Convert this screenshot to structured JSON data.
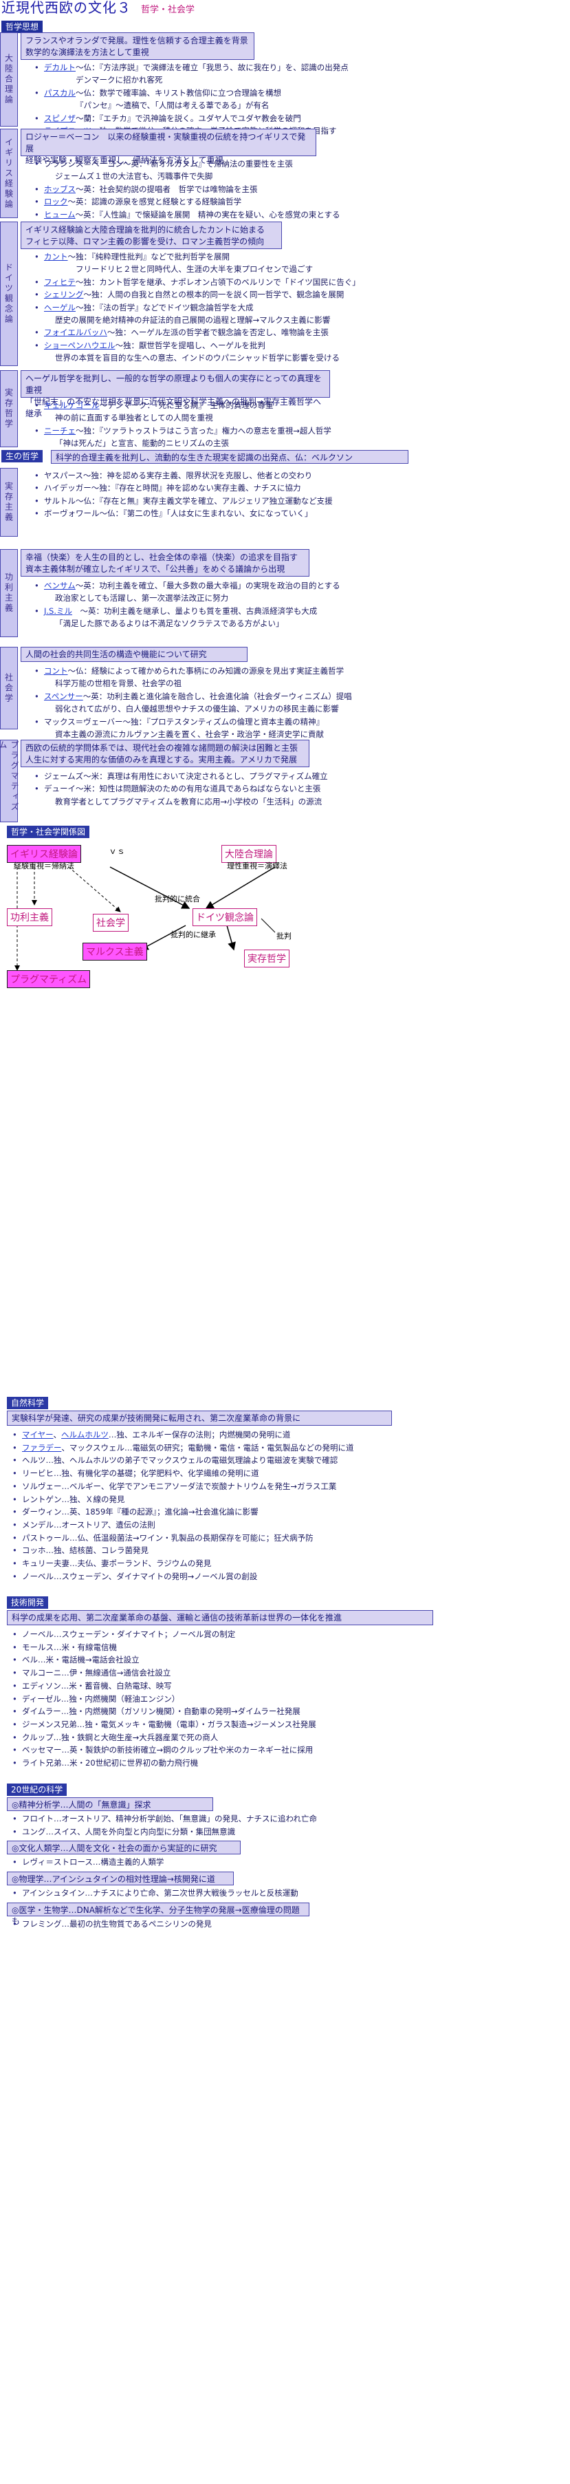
{
  "header": {
    "title": "近現代西欧の文化３",
    "subtitle": "哲学・社会学"
  },
  "philosophy": {
    "label": "哲学思想",
    "groups": [
      {
        "side": "大陸合理論",
        "summary": [
          "フランスやオランダで発展。理性を信頼する合理主義を背景",
          "数学的な演繹法を方法として重視"
        ],
        "items": [
          {
            "name": "デカルト",
            "text": "～仏：『方法序説』で演繹法を確立「我思う、故に我在り」を、認識の出発点"
          },
          {
            "name": "",
            "text": "デンマークに招かれ客死",
            "cont": true
          },
          {
            "name": "パスカル",
            "text": "～仏：数学で確率論、キリスト教信仰に立つ合理論を構想"
          },
          {
            "name": "",
            "text": "『パンセ』～遺稿で、「人間は考える葦である」が有名",
            "cont": true
          },
          {
            "name": "スピノザ",
            "text": "～蘭：『エチカ』で汎神論を説く。ユダヤ人でユダヤ教会を破門"
          },
          {
            "name": "ライプニッツ",
            "text": "～独：数学で微分・積分の確立、単子論で宗教と科学の調和を目指す"
          }
        ]
      },
      {
        "side": "イギリス経験論",
        "summary": [
          "ロジャー＝ベーコン　以来の経験重視・実験重視の伝統を持つイギリスで発展",
          "経験や実験・観察を重視し、帰納法を方法として重視"
        ],
        "items": [
          {
            "name": "",
            "text": "フランシス＝ベーコン～英：『新オルガヌム』で帰納法の重要性を主張"
          },
          {
            "name": "",
            "text": "ジェームズ１世の大法官も、汚職事件で失脚",
            "cont": true
          },
          {
            "name": "ホッブス",
            "text": "～英：社会契約説の提唱者　哲学では唯物論を主張"
          },
          {
            "name": "ロック",
            "text": "～英：認識の源泉を感覚と経験とする経験論哲学"
          },
          {
            "name": "ヒューム",
            "text": "～英：『人性論』で懐疑論を展開　精神の実在を疑い、心を感覚の束とする"
          }
        ]
      },
      {
        "side": "ドイツ観念論",
        "summary": [
          "イギリス経験論と大陸合理論を批判的に統合したカントに始まる",
          "フィヒテ以降、ロマン主義の影響を受け、ロマン主義哲学の傾向"
        ],
        "items": [
          {
            "name": "カント",
            "text": "～独：『純粋理性批判』などで批判哲学を展開"
          },
          {
            "name": "",
            "text": "フリードリヒ２世と同時代人、生涯の大半を東プロイセンで過ごす",
            "cont": true
          },
          {
            "name": "フィヒテ",
            "text": "～独：カント哲学を継承、ナポレオン占領下のベルリンで「ドイツ国民に告ぐ」"
          },
          {
            "name": "シェリング",
            "text": "～独：人間の自我と自然との根本的同一を説く同一哲学で、観念論を展開"
          },
          {
            "name": "ヘーゲル",
            "text": "～独：『法の哲学』などでドイツ観念論哲学を大成"
          },
          {
            "name": "",
            "text": "歴史の展開を絶対精神の弁証法的自己展開の過程と理解→マルクス主義に影響",
            "cont": true
          },
          {
            "name": "フォイエルバッハ",
            "text": "～独：ヘーゲル左派の哲学者で観念論を否定し、唯物論を主張"
          },
          {
            "name": "ショーペンハウエル",
            "text": "～独：厭世哲学を提唱し、ヘーゲルを批判"
          },
          {
            "name": "",
            "text": "世界の本質を盲目的な生への意志、インドのウパニシャッド哲学に影響を受ける",
            "cont": true
          }
        ]
      },
      {
        "side": "実存哲学",
        "summary": [
          "ヘーゲル哲学を批判し、一般的な哲学の原理よりも個人の実存にとっての真理を重視",
          "「世紀末」の不安な世相を背景に近代文明や科学主義への批判→実存主義哲学へ継承"
        ],
        "items": [
          {
            "name": "キェルケゴール",
            "text": "～デンマーク：『死に至る病』　主体的真理の尊重"
          },
          {
            "name": "",
            "text": "神の前に直面する単独者としての人間を重視",
            "cont": true
          },
          {
            "name": "ニーチェ",
            "text": "～独：『ツァラトゥストラはこう言った』権力への意志を重視→超人哲学"
          },
          {
            "name": "",
            "text": "「神は死んだ」と宣言、能動的ニヒリズムの主張",
            "cont": true
          }
        ]
      }
    ]
  },
  "life_philosophy": {
    "label": "生の哲学",
    "text": "科学的合理主義を批判し、流動的な生きた現実を認識の出発点、仏：ベルクソン"
  },
  "existentialism": {
    "side": "実存主義",
    "items": [
      "ヤスパース～独：神を認める実存主義、限界状況を克服し、他者との交わり",
      "ハイデッガー～独：『存在と時間』神を認めない実存主義、ナチスに協力",
      "サルトル～仏：『存在と無』実存主義文学を確立、アルジェリア独立運動など支援",
      "ボーヴォワール～仏：『第二の性』「人は女に生まれない、女になっていく」"
    ]
  },
  "utilitarianism": {
    "side": "功利主義",
    "summary": [
      "幸福（快楽）を人生の目的とし、社会全体の幸福（快楽）の追求を目指す",
      "資本主義体制が確立したイギリスで、「公共善」をめぐる議論から出現"
    ],
    "items": [
      {
        "name": "ベンサム",
        "text": "～英：功利主義を確立、「最大多数の最大幸福」の実現を政治の目的とする"
      },
      {
        "name": "",
        "text": "政治家としても活躍し、第一次選挙法改正に努力",
        "cont": true
      },
      {
        "name": "J.S.ミル",
        "text": "　～英：功利主義を継承し、量よりも質を重視、古典派経済学も大成"
      },
      {
        "name": "",
        "text": "「満足した豚であるよりは不満足なソクラテスである方がよい」",
        "cont": true
      }
    ]
  },
  "sociology": {
    "side": "社会学",
    "summary": [
      "人間の社会的共同生活の構造や機能について研究"
    ],
    "items": [
      {
        "name": "コント",
        "text": "～仏：経験によって確かめられた事柄にのみ知識の源泉を見出す実証主義哲学"
      },
      {
        "name": "",
        "text": "科学万能の世相を背景、社会学の祖",
        "cont": true
      },
      {
        "name": "スペンサー",
        "text": "～英：功利主義と進化論を融合し、社会進化論（社会ダーウィニズム）提唱"
      },
      {
        "name": "",
        "text": "弱化されて広がり、白人優越思想やナチスの優生論、アメリカの移民主義に影響",
        "cont": true
      },
      {
        "name": "",
        "text": "マックス＝ヴェーバー～独：『プロテスタンティズムの倫理と資本主義の精神』"
      },
      {
        "name": "",
        "text": "資本主義の源流にカルヴァン主義を置く、社会学・政治学・経済史学に貢献",
        "cont": true
      }
    ]
  },
  "pragmatism": {
    "side": "プラグマティズム",
    "summary": [
      "西欧の伝統的学問体系では、現代社会の複雑な諸問題の解決は困難と主張",
      "人生に対する実用的な価値のみを真理とする。実用主義。アメリカで発展"
    ],
    "items": [
      {
        "name": "",
        "text": "ジェームズ～米：真理は有用性において決定されるとし、プラグマティズム確立"
      },
      {
        "name": "",
        "text": "デューイ～米：知性は問題解決のための有用な道具であらねばならないと主張"
      },
      {
        "name": "",
        "text": "教育学者としてプラグマティズムを教育に応用→小学校の「生活科」の源流",
        "cont": true
      }
    ]
  },
  "relation": {
    "label": "哲学・社会学関係図",
    "nodes": {
      "british": "イギリス経験論",
      "continental": "大陸合理論",
      "german": "ドイツ観念論",
      "utilitarian": "功利主義",
      "sociology": "社会学",
      "marx": "マルクス主義",
      "existential": "実存哲学",
      "pragmatism": "プラグマティズム"
    },
    "vs": "ｖｓ",
    "labels": {
      "british_method": "経験重視＝帰納法",
      "continental_method": "理性重視＝演繹法",
      "unify": "批判的に統合",
      "inherit": "批判的に継承",
      "criticize": "批判"
    }
  },
  "science": {
    "label": "自然科学",
    "summary": "実験科学が発達、研究の成果が技術開発に転用され、第二次産業革命の背景に",
    "items": [
      {
        "name": "マイヤー",
        "name2": "ヘルムホルツ",
        "text": "…独、エネルギー保存の法則；内燃機関の発明に道"
      },
      {
        "name": "ファラデー",
        "text": "、マックスウェル…電磁気の研究；電動機・電信・電話・電気製品などの発明に道"
      },
      {
        "name": "",
        "text": "ヘルツ…独、ヘルムホルツの弟子でマックスウェルの電磁気理論より電磁波を実験で確認"
      },
      {
        "name": "",
        "text": "リービヒ…独、有機化学の基礎；化学肥料や、化学繊維の発明に道"
      },
      {
        "name": "",
        "text": "ソルヴェー…ベルギー、化学でアンモニアソーダ法で炭酸ナトリウムを発生→ガラス工業"
      },
      {
        "name": "",
        "text": "レントゲン…独、Ｘ線の発見"
      },
      {
        "name": "",
        "text": "ダーウィン…英、1859年『種の起源』；進化論→社会進化論に影響"
      },
      {
        "name": "",
        "text": "メンデル…オーストリア、遺伝の法則"
      },
      {
        "name": "",
        "text": "パストゥール…仏、低温殺菌法→ワイン・乳製品の長期保存を可能に；狂犬病予防"
      },
      {
        "name": "",
        "text": "コッホ…独、結核菌、コレラ菌発見"
      },
      {
        "name": "",
        "text": "キュリー夫妻…夫仏、妻ポーランド、ラジウムの発見"
      },
      {
        "name": "",
        "text": "ノーベル…スウェーデン、ダイナマイトの発明→ノーベル賞の創設"
      }
    ]
  },
  "technology": {
    "label": "技術開発",
    "summary": "科学の成果を応用、第二次産業革命の基盤、運輸と通信の技術革新は世界の一体化を推進",
    "items": [
      "ノーベル…スウェーデン・ダイナマイト；ノーベル賞の制定",
      "モールス…米・有線電信機",
      "ベル…米・電話機→電話会社設立",
      "マルコーニ…伊・無線通信→通信会社設立",
      "エディソン…米・蓄音機、白熱電球、映写",
      "ディーゼル…独・内燃機関（軽油エンジン）",
      "ダイムラー…独・内燃機関（ガソリン機関）・自動車の発明→ダイムラー社発展",
      "ジーメンス兄弟…独・電気メッキ・電動機（電車）・ガラス製造→ジーメンス社発展",
      "クルップ…独・鉄鋼と大砲生産→大兵器産業で死の商人",
      "ベッセマー…英・製鉄炉の新技術確立→鋼のクルップ社や米のカーネギー社に採用",
      "ライト兄弟…米・20世紀初に世界初の動力飛行機"
    ]
  },
  "c20": {
    "label": "20世紀の科学",
    "blocks": [
      {
        "title": "◎精神分析学…人間の「無意識」探求",
        "items": [
          "フロイト…オーストリア、精神分析学創始、「無意識」の発見、ナチスに追われ亡命",
          "ユング…スイス、人間を外向型と内向型に分類・集団無意識"
        ]
      },
      {
        "title": "◎文化人類学…人間を文化・社会の面から実証的に研究",
        "items": [
          "レヴィ＝ストロース…構造主義的人類学"
        ]
      },
      {
        "title": "◎物理学…アインシュタインの相対性理論→核開発に道",
        "items": [
          "アインシュタイン…ナチスにより亡命、第二次世界大戦後ラッセルと反核運動"
        ]
      },
      {
        "title": "◎医学・生物学…DNA解析などで生化学、分子生物学の発展→医療倫理の問題も",
        "items": [
          "フレミング…最初の抗生物質であるペニシリンの発見"
        ]
      }
    ]
  }
}
